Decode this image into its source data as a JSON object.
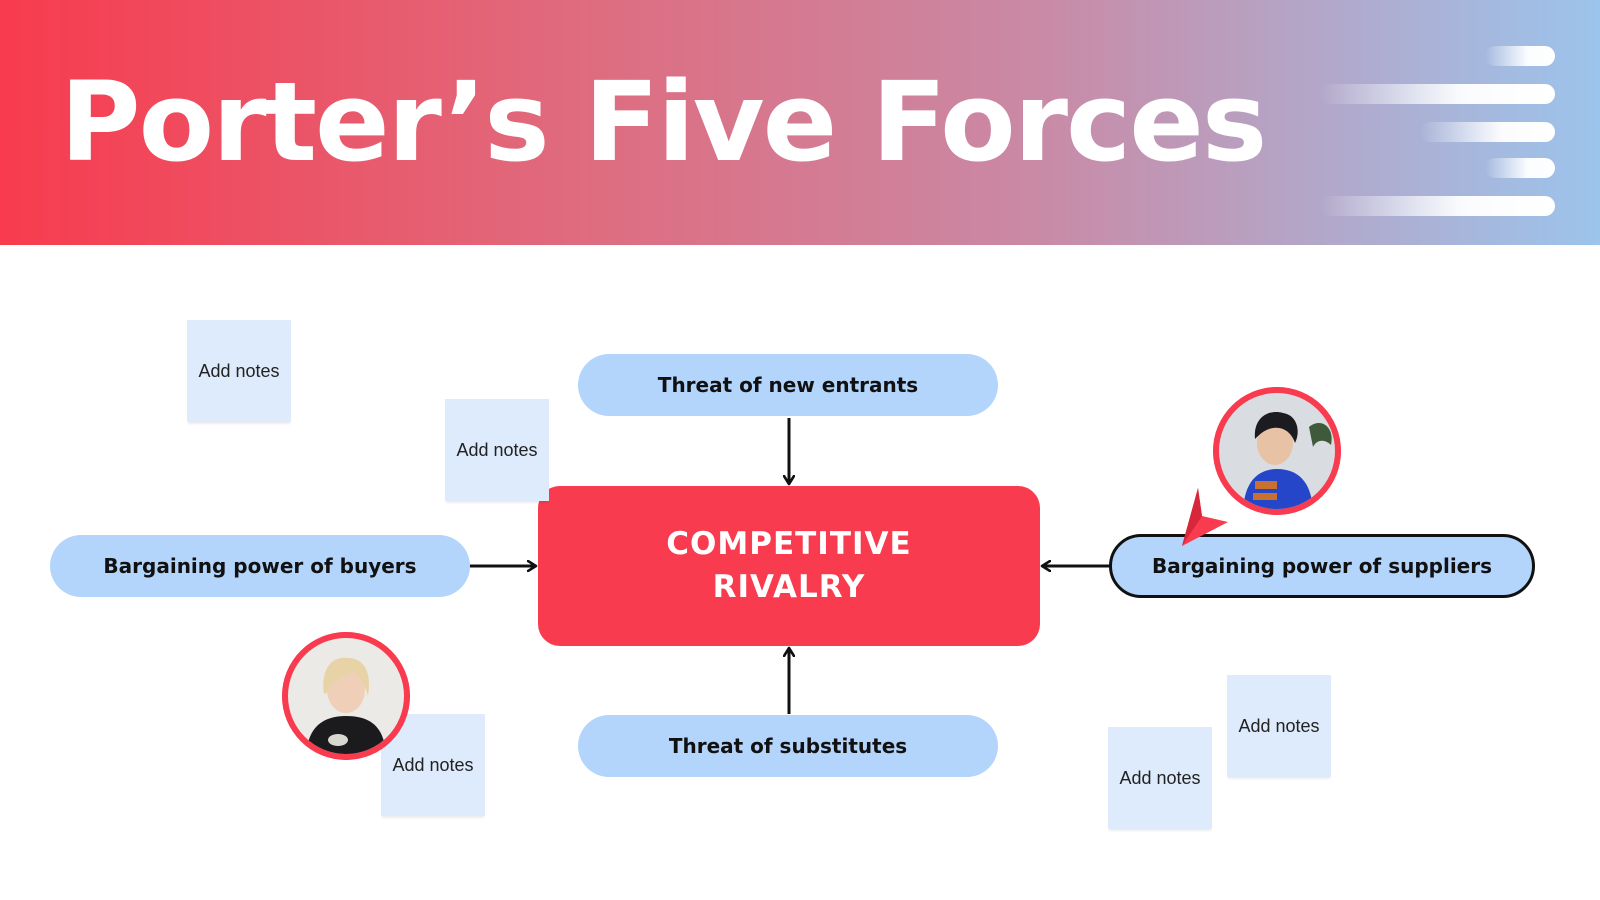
{
  "header": {
    "title": "Porter’s Five Forces"
  },
  "diagram": {
    "center": {
      "line1": "COMPETITIVE",
      "line2": "RIVALRY"
    },
    "forces": {
      "top": "Threat of new entrants",
      "bottom": "Threat of substitutes",
      "left": "Bargaining power of buyers",
      "right": "Bargaining power of suppliers"
    },
    "notes": [
      "Add notes",
      "Add notes",
      "Add notes",
      "Add notes",
      "Add notes"
    ]
  },
  "collaborators": [
    {
      "name": "avatar-woman-blue-sweater",
      "icon": "avatar-icon"
    },
    {
      "name": "avatar-woman-blonde",
      "icon": "avatar-icon"
    }
  ],
  "colors": {
    "accent": "#f83b4e",
    "pill": "#b3d4fb",
    "note": "#deebfc",
    "text": "#111111"
  }
}
